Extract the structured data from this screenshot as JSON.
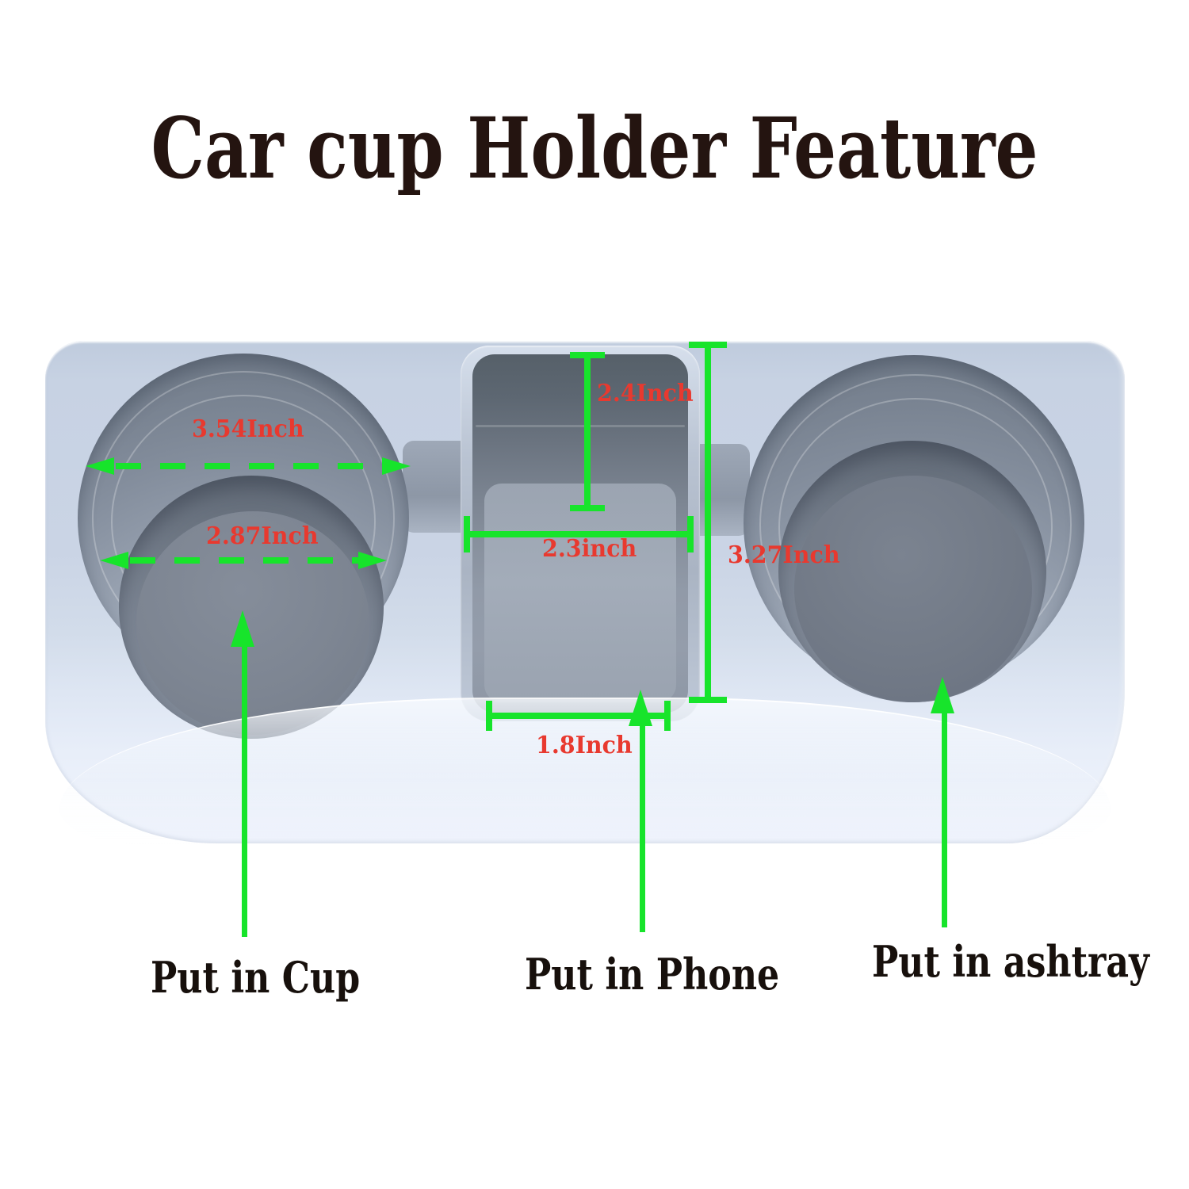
{
  "title": {
    "text": "Car cup Holder Feature"
  },
  "colors": {
    "green": "#17e42b",
    "red": "#e8392f",
    "title_text": "#241410",
    "callout_text": "#17100c",
    "body": "#cbd5e6",
    "front": "#e9effb",
    "well": "#848e9d",
    "well_floor": "#717a88",
    "slot_floor": "#9aa3b0"
  },
  "measurements": {
    "outer_diameter": "3.54Inch",
    "inner_diameter": "2.87Inch",
    "slot_depth": "2.4Inch",
    "slot_width_top": "2.3inch",
    "holder_height": "3.27Inch",
    "slot_width_bottom": "1.8Inch"
  },
  "callouts": {
    "cup": "Put in Cup",
    "phone": "Put in Phone",
    "ashtray": "Put in ashtray"
  }
}
